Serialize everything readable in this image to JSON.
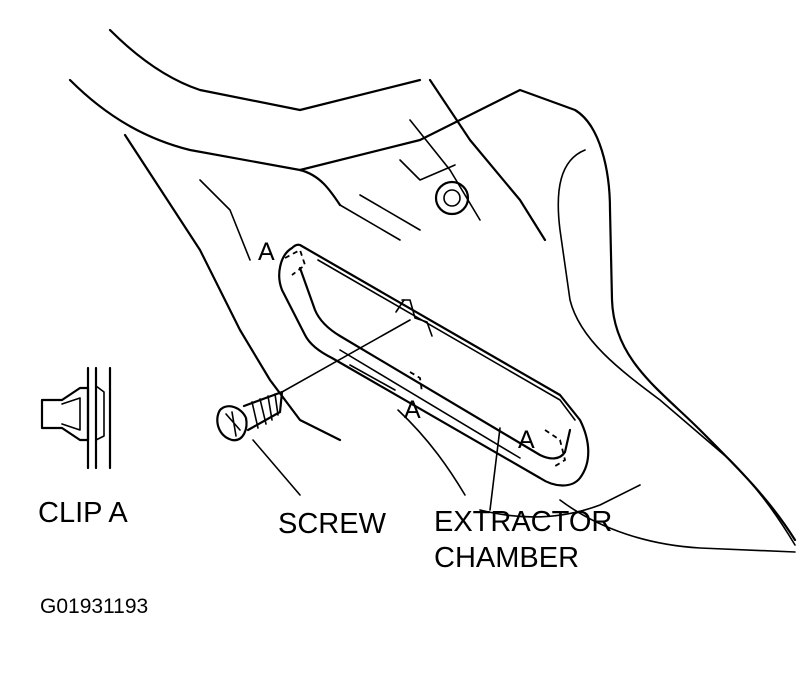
{
  "labels": {
    "clip_a": "CLIP A",
    "screw": "SCREW",
    "extractor_line1": "EXTRACTOR",
    "extractor_line2": "CHAMBER",
    "callout_a_left": "A",
    "callout_a_middle": "A",
    "callout_a_right": "A",
    "figure_code": "G01931193"
  },
  "colors": {
    "ink": "#000000",
    "paper": "#ffffff"
  }
}
